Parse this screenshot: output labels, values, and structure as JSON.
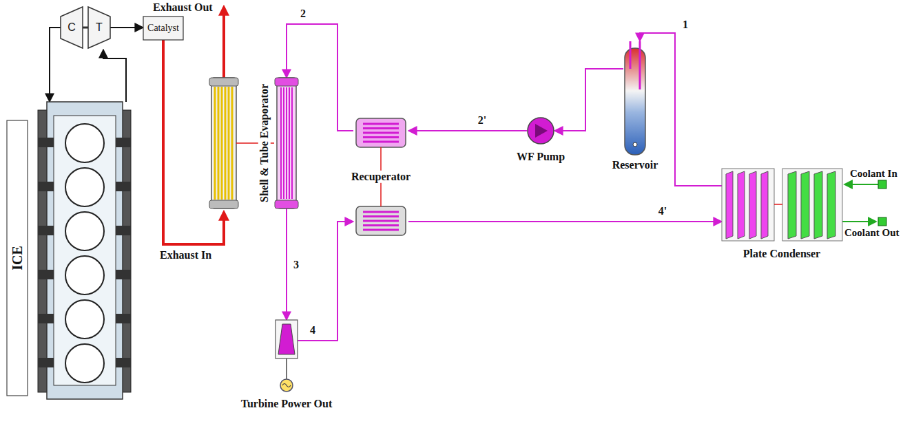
{
  "diagram": {
    "nodes": [
      {
        "text": [
          "ICE"
        ]
      },
      {
        "text": [
          "C"
        ]
      },
      {
        "text": [
          "T"
        ]
      },
      {
        "text": [
          "Catalyst"
        ]
      },
      {
        "text": [
          "Shell & Tube Evaporator"
        ]
      },
      {
        "text": [
          "Turbine Power Out"
        ]
      },
      {
        "text": [
          "Recuperator"
        ]
      },
      {
        "text": [
          "WF Pump"
        ]
      },
      {
        "text": [
          "Reservoir"
        ]
      },
      {
        "text": [
          "Plate Condenser"
        ]
      }
    ],
    "edges": [
      {
        "from": 1,
        "to": 0,
        "arrow": "to"
      },
      {
        "from": 0,
        "to": 2,
        "arrow": "to"
      },
      {
        "from": 2,
        "to": 3,
        "arrow": "to"
      },
      {
        "from": 4,
        "to": 5,
        "label": "3",
        "arrow": "to"
      },
      {
        "from": 5,
        "to": 6,
        "label": "4",
        "arrow": "to"
      },
      {
        "from": 6,
        "to": 9,
        "label": "4'",
        "arrow": "to"
      },
      {
        "from": 9,
        "to": 8,
        "label": "1",
        "arrow": "to"
      },
      {
        "from": 8,
        "to": 7,
        "arrow": "to"
      },
      {
        "from": 7,
        "to": 6,
        "label": "2'",
        "arrow": "to"
      },
      {
        "from": 6,
        "to": 4,
        "label": "2",
        "arrow": "to"
      }
    ],
    "labels": [
      "Exhaust Out",
      "Exhaust In",
      "Coolant In",
      "Coolant Out"
    ]
  }
}
